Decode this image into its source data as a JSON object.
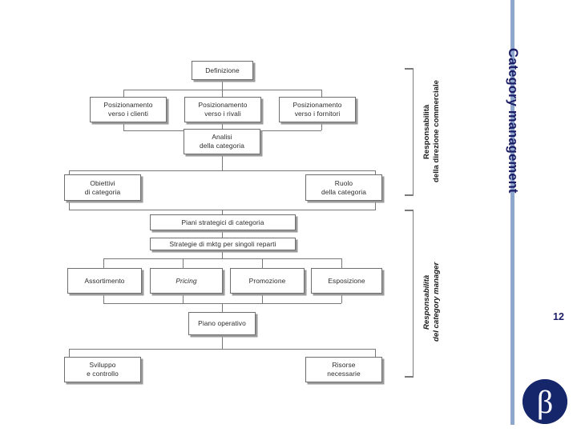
{
  "slide": {
    "title": "Category management",
    "page_number": "12",
    "logo_glyph": "β",
    "accent_bar_color": "#8ea7cd",
    "title_color": "#1b1b66",
    "logo_color": "#16266b"
  },
  "diagram": {
    "type": "flowchart",
    "boxes": [
      {
        "id": "definizione",
        "line1": "Definizione",
        "line2": ""
      },
      {
        "id": "pos-clienti",
        "line1": "Posizionamento",
        "line2": "verso i clienti"
      },
      {
        "id": "pos-rivali",
        "line1": "Posizionamento",
        "line2": "verso i rivali"
      },
      {
        "id": "pos-fornitori",
        "line1": "Posizionamento",
        "line2": "verso i fornitori"
      },
      {
        "id": "analisi",
        "line1": "Analisi",
        "line2": "della categoria"
      },
      {
        "id": "obiettivi",
        "line1": "Obiettivi",
        "line2": "di categoria"
      },
      {
        "id": "ruolo",
        "line1": "Ruolo",
        "line2": "della categoria"
      },
      {
        "id": "piani-strategici",
        "line1": "Piani strategici di categoria",
        "line2": ""
      },
      {
        "id": "strategie-mktg",
        "line1": "Strategie di mktg per singoli reparti",
        "line2": ""
      },
      {
        "id": "assortimento",
        "line1": "Assortimento",
        "line2": ""
      },
      {
        "id": "pricing",
        "line1": "Pricing",
        "line2": ""
      },
      {
        "id": "promozione",
        "line1": "Promozione",
        "line2": ""
      },
      {
        "id": "esposizione",
        "line1": "Esposizione",
        "line2": ""
      },
      {
        "id": "piano-operativo",
        "line1": "Piano operativo",
        "line2": ""
      },
      {
        "id": "sviluppo",
        "line1": "Sviluppo",
        "line2": "e controllo"
      },
      {
        "id": "risorse",
        "line1": "Risorse",
        "line2": "necessarie"
      }
    ],
    "brackets": [
      {
        "id": "direzione-commerciale",
        "label_line1": "Responsabilità",
        "label_line2": "della direzione commerciale"
      },
      {
        "id": "category-manager",
        "label_line1": "Responsabilità",
        "label_line2": "del category manager"
      }
    ]
  }
}
